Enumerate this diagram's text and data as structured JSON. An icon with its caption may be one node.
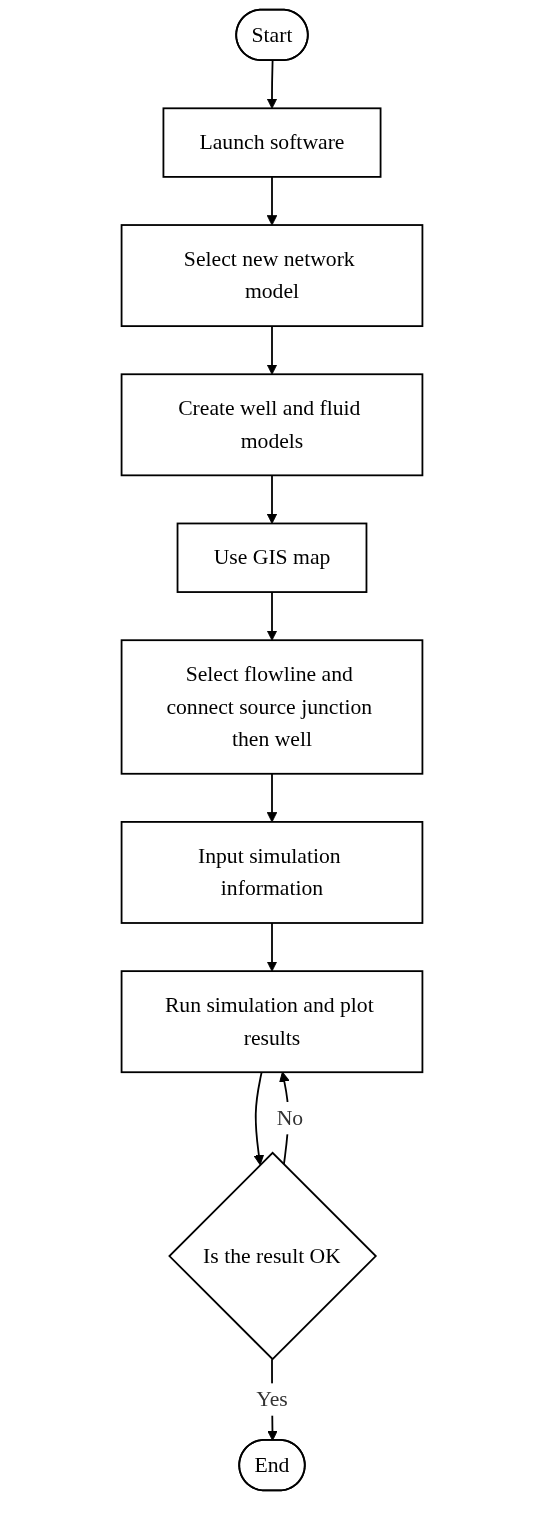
{
  "diagram": {
    "nodes": [
      {
        "text": [
          "Start"
        ]
      },
      {
        "text": [
          "Launch software"
        ]
      },
      {
        "text": [
          "Select new network model"
        ]
      },
      {
        "text": [
          "Create well and fluid models"
        ]
      },
      {
        "text": [
          "Use GIS map"
        ]
      },
      {
        "text": [
          "Select flowline and connect source junction then well"
        ]
      },
      {
        "text": [
          "Input simulation information"
        ]
      },
      {
        "text": [
          "Run simulation and plot results"
        ]
      },
      {
        "text": [
          "Is the result OK"
        ]
      },
      {
        "text": [
          "End"
        ]
      }
    ],
    "edges": [
      {
        "from": 0,
        "to": 1,
        "arrow": "to"
      },
      {
        "from": 1,
        "to": 2,
        "arrow": "to"
      },
      {
        "from": 2,
        "to": 3,
        "arrow": "to"
      },
      {
        "from": 3,
        "to": 4,
        "arrow": "to"
      },
      {
        "from": 4,
        "to": 5,
        "arrow": "to"
      },
      {
        "from": 5,
        "to": 6,
        "arrow": "to"
      },
      {
        "from": 6,
        "to": 7,
        "arrow": "to"
      },
      {
        "from": 7,
        "to": 8,
        "arrow": "to"
      },
      {
        "from": 8,
        "to": 9,
        "label": "Yes",
        "arrow": "to"
      },
      {
        "from": 8,
        "to": 7,
        "label": "No",
        "arrow": "to"
      }
    ]
  }
}
